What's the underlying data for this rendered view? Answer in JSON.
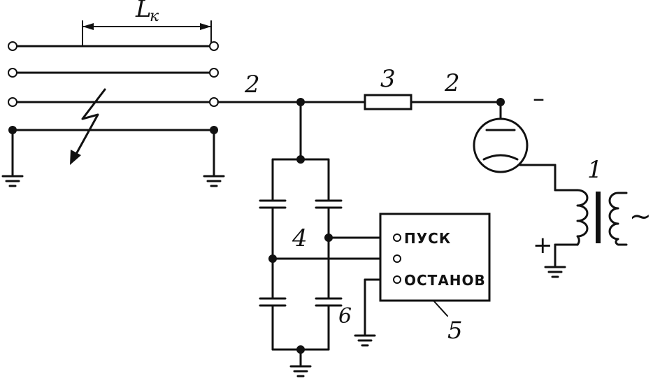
{
  "labels": {
    "cable_length": "L",
    "cable_length_sub": "к",
    "line_left": "2",
    "resistor": "3",
    "line_right": "2",
    "transformer": "1",
    "capacitor_bank": "4",
    "unit": "5",
    "ground_lead": "6"
  },
  "terminals": {
    "start": "ПУСК",
    "stop": "ОСТАНОВ"
  },
  "signs": {
    "minus": "–",
    "plus": "+",
    "ac": "~"
  }
}
